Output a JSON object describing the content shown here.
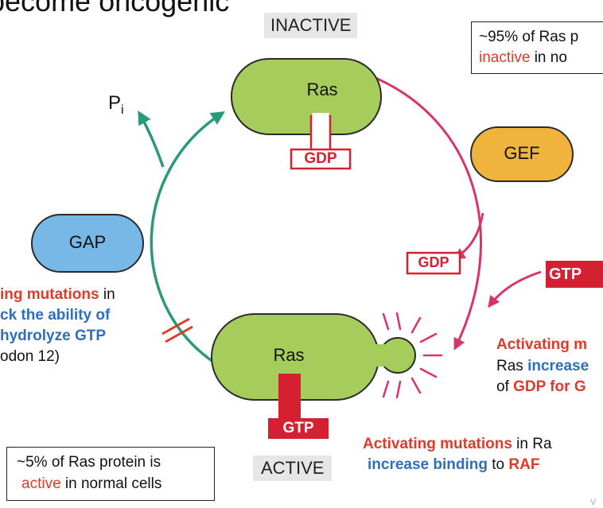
{
  "slide": {
    "title_fragment": "become oncogenic",
    "watermark": "v"
  },
  "states": {
    "inactive_label": "INACTIVE",
    "active_label": "ACTIVE",
    "ras_inactive": "Ras",
    "ras_active": "Ras",
    "gdp_bound": "GDP",
    "gtp_bound": "GTP"
  },
  "cycle": {
    "pi_label": "P",
    "pi_subscript": "i",
    "gef_label": "GEF",
    "gap_label": "GAP",
    "gdp_released": "GDP",
    "gtp_incoming": "GTP"
  },
  "notes": {
    "inactive_box": {
      "line1": "~95% of Ras p",
      "line2_red": "inactive",
      "line2_rest": " in no"
    },
    "active_box": {
      "line1": "~5% of Ras protein is",
      "line2_red": "active",
      "line2_rest": " in normal cells"
    },
    "gap_mutation": {
      "l1_red": "ing mutations",
      "l1_rest": " in",
      "l2_blue": "ck the ability of",
      "l3_blue": " hydrolyze GTP",
      "l4": "odon 12)"
    },
    "gef_mutation": {
      "l1_red": "Activating m",
      "l2_pre": "Ras ",
      "l2_blue": "increase",
      "l3_pre": "of ",
      "l3_red": "GDP for G"
    },
    "raf_mutation": {
      "l1_red": "Activating mutations",
      "l1_rest": " in Ra",
      "l2_blue": "increase binding",
      "l2_mid": " to ",
      "l2_red": "RAF"
    }
  },
  "colors": {
    "ras_green": "#a6cc5b",
    "gef_orange": "#f0b43c",
    "gap_blue": "#78b8e6",
    "teal_arrow": "#2a9a78",
    "magenta_arrow": "#d83468",
    "gtp_red": "#d42030",
    "text_red": "#e03a2a",
    "text_blue": "#2f6fba"
  }
}
